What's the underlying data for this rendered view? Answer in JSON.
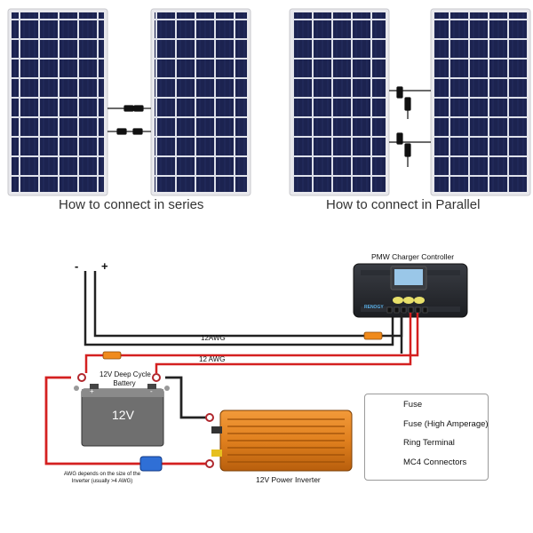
{
  "captions": {
    "series": "How to connect in series",
    "parallel": "How to connect in Parallel"
  },
  "wiring": {
    "pv_minus": "-",
    "pv_plus": "+",
    "awg_top": "12AWG",
    "awg_middle": "12 AWG"
  },
  "controller": {
    "title": "PMW Charger Controller",
    "brand": "RENOGY"
  },
  "battery": {
    "label_line1": "12V Deep Cycle",
    "label_line2": "Battery",
    "voltage": "12V",
    "plus": "+",
    "minus": "-"
  },
  "inverter": {
    "label": "12V Power Inverter"
  },
  "awg_note": {
    "line1": "AWG depends on the size of the",
    "line2": "Inverter (usually >4 AWG)"
  },
  "legend": {
    "items": [
      {
        "label": "Fuse",
        "icon": "fuse-icon",
        "color": "#f08a1c"
      },
      {
        "label": "Fuse (High Amperage)",
        "icon": "high-amperage-fuse-icon",
        "color": "#2f6fd6"
      },
      {
        "label": "Ring Terminal",
        "icon": "ring-terminal-icon",
        "color": "#b0282e"
      },
      {
        "label": "MC4 Connectors",
        "icon": "mc4-connector-icon",
        "color": "#222222"
      }
    ]
  },
  "colors": {
    "panel_cell": "#1c2350",
    "panel_frame": "#e6e6ea",
    "wire_red": "#d42020",
    "wire_black": "#222222",
    "inverter_orange": "#e0801e",
    "battery_gray": "#6f6f6f"
  }
}
